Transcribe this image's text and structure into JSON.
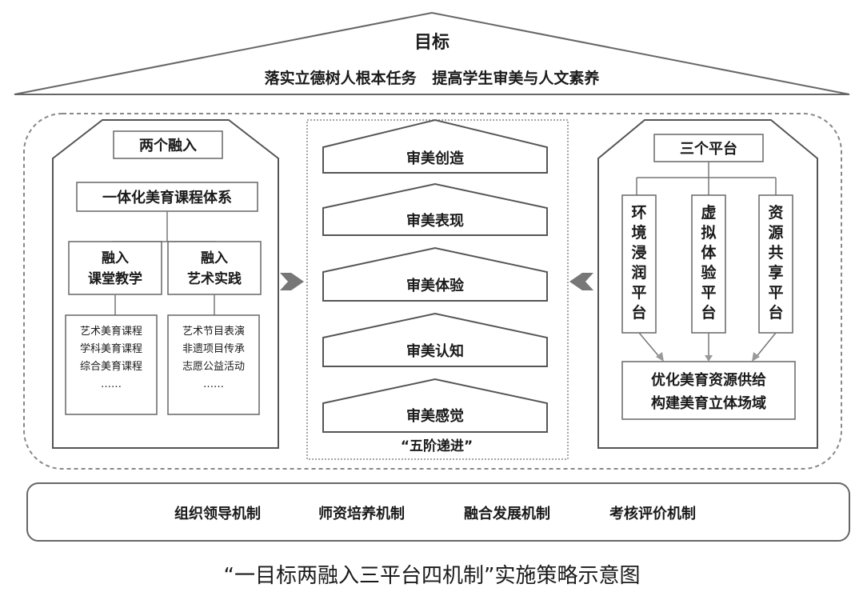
{
  "goal": {
    "title": "目标",
    "line": "落实立德树人根本任务   提高学生审美与人文素养"
  },
  "left": {
    "header": "两个融入",
    "system": "一体化美育课程体系",
    "col1_title": [
      "融入",
      "课堂教学"
    ],
    "col2_title": [
      "融入",
      "艺术实践"
    ],
    "col1_items": [
      "艺术美育课程",
      "学科美育课程",
      "综合美育课程",
      "……"
    ],
    "col2_items": [
      "艺术节目表演",
      "非遗项目传承",
      "志愿公益活动",
      "……"
    ]
  },
  "center": {
    "steps": [
      "审美创造",
      "审美表现",
      "审美体验",
      "审美认知",
      "审美感觉"
    ],
    "caption": "“五阶递进”"
  },
  "right": {
    "header": "三个平台",
    "platforms": [
      [
        "环",
        "境",
        "浸",
        "润",
        "平",
        "台"
      ],
      [
        "虚",
        "拟",
        "体",
        "验",
        "平",
        "台"
      ],
      [
        "资",
        "源",
        "共",
        "享",
        "平",
        "台"
      ]
    ],
    "bottom": [
      "优化美育资源供给",
      "构建美育立体场域"
    ]
  },
  "mechanisms": [
    "组织领导机制",
    "师资培养机制",
    "融合发展机制",
    "考核评价机制"
  ],
  "caption": "“一目标两融入三平台四机制”实施策略示意图"
}
